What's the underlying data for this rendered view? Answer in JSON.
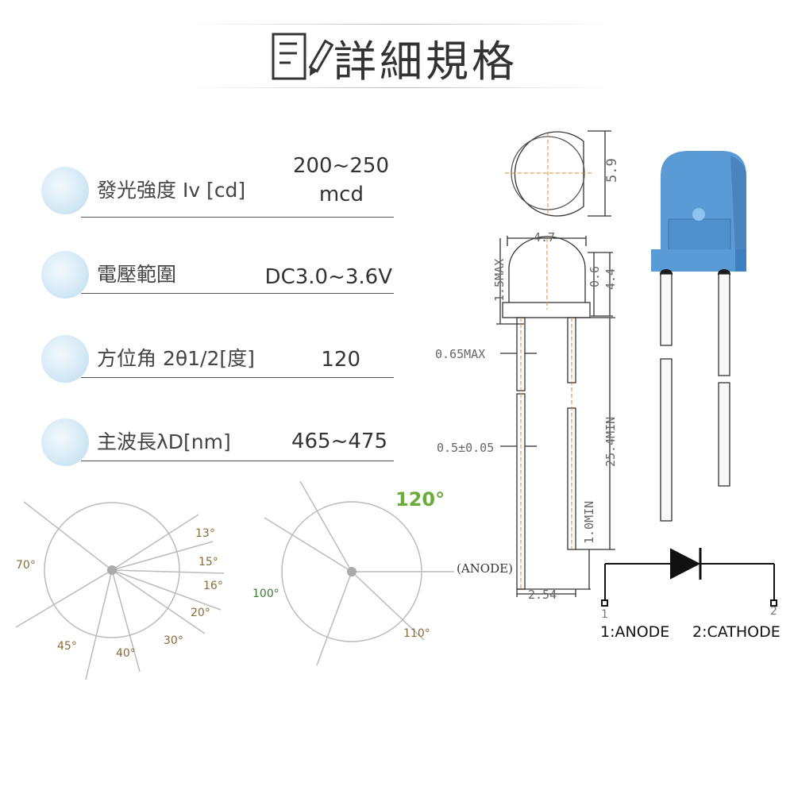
{
  "header": {
    "title": "詳細規格"
  },
  "specs": [
    {
      "label": "發光強度 Iv [cd]",
      "value_line1": "200~250",
      "value_line2": "mcd"
    },
    {
      "label": "電壓範圍",
      "value_line1": "DC3.0~3.6V"
    },
    {
      "label": "方位角 2θ1/2[度]",
      "value_line1": "120"
    },
    {
      "label": "主波長λD[nm]",
      "value_line1": "465~475"
    }
  ],
  "radiation_left": {
    "angles": [
      "13°",
      "15°",
      "16°",
      "20°",
      "30°",
      "40°",
      "45°",
      "70°"
    ]
  },
  "radiation_right": {
    "highlight": "120°",
    "angles": [
      "100°",
      "110°"
    ]
  },
  "dimensions": {
    "d1": "5.9",
    "d2": "4.7",
    "d3": "1.5MAX",
    "d4": "0.6",
    "d5": "4.4",
    "d6": "0.65MAX",
    "d7": "25.4MIN",
    "d8": "0.5±0.05",
    "d9": "1.0MIN",
    "d10": "(ANODE)",
    "d11": "2.54"
  },
  "schematic": {
    "pin1": "1",
    "pin2": "2",
    "legend_anode": "1:ANODE",
    "legend_cathode": "2:CATHODE"
  },
  "colors": {
    "led_body": "#5b9bd5",
    "led_base": "#4a8ccc",
    "accent_green": "#6aac3a",
    "angle_label": "#8b6a3c",
    "guide": "#d98a3a"
  }
}
